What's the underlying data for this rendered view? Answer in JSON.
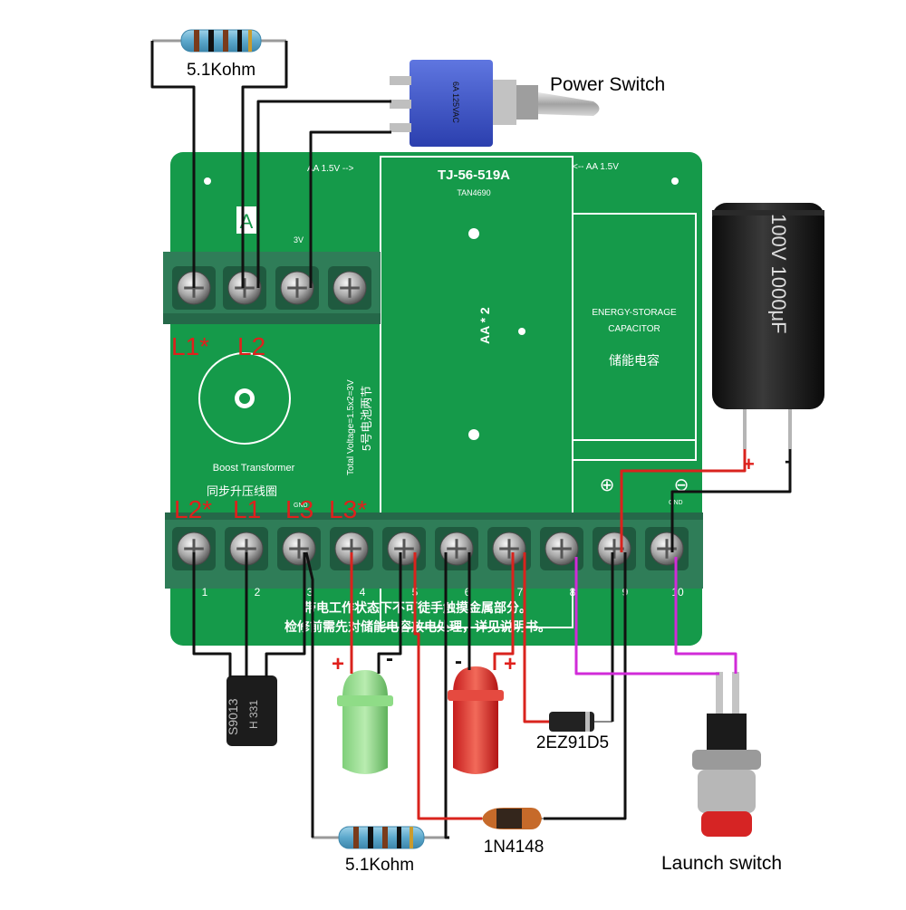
{
  "board": {
    "model": "TJ-56-519A",
    "code": "TAN4690",
    "battery_left": "AA 1.5V -->",
    "battery_right": "<-- AA 1.5V",
    "battery_center": "AA * 2",
    "total_voltage": "Total Voltage=1.5x2=3V",
    "battery_cn": "5号电池两节",
    "marker_a": "A",
    "marker_3v": "3V",
    "marker_gnd_top": "GND",
    "marker_gnd_right": "GND",
    "transformer_label": "Boost Transformer",
    "transformer_cn": "同步升压线圈",
    "capacitor_en_1": "ENERGY-STORAGE",
    "capacitor_en_2": "CAPACITOR",
    "capacitor_cn": "储能电容",
    "plus_symbol": "⊕",
    "minus_symbol": "⊖",
    "warning_1": "带电工作状态下不可徒手触摸金属部分。",
    "warning_2": "检修前需先对储能电容放电处理，详见说明书。",
    "terminal_numbers": [
      "1",
      "2",
      "3",
      "4",
      "5",
      "6",
      "7",
      "8",
      "9",
      "10"
    ]
  },
  "coil_labels": {
    "top": [
      "L1*",
      "L2"
    ],
    "bottom": [
      "L2*",
      "L1",
      "L3",
      "L3*"
    ]
  },
  "components": {
    "resistor_top": "5.1Kohm",
    "resistor_bottom": "5.1Kohm",
    "power_switch": "Power Switch",
    "launch_switch": "Launch switch",
    "zener": "2EZ91D5",
    "diode": "1N4148",
    "transistor_line1": "S9013",
    "transistor_line2": "H 331",
    "switch_text": "6A 125VAC",
    "capacitor_body": "100V 1000μF",
    "cap_plus": "+",
    "cap_minus": "-",
    "led_green_plus": "+",
    "led_green_minus": "-",
    "led_red_minus": "-",
    "led_red_plus": "+"
  },
  "colors": {
    "pcb": "#159a4a",
    "terminal": "#2f7d58",
    "wire_black": "#111111",
    "wire_red": "#d9231d",
    "wire_magenta": "#d12bd8",
    "label_red": "#e0201c"
  }
}
